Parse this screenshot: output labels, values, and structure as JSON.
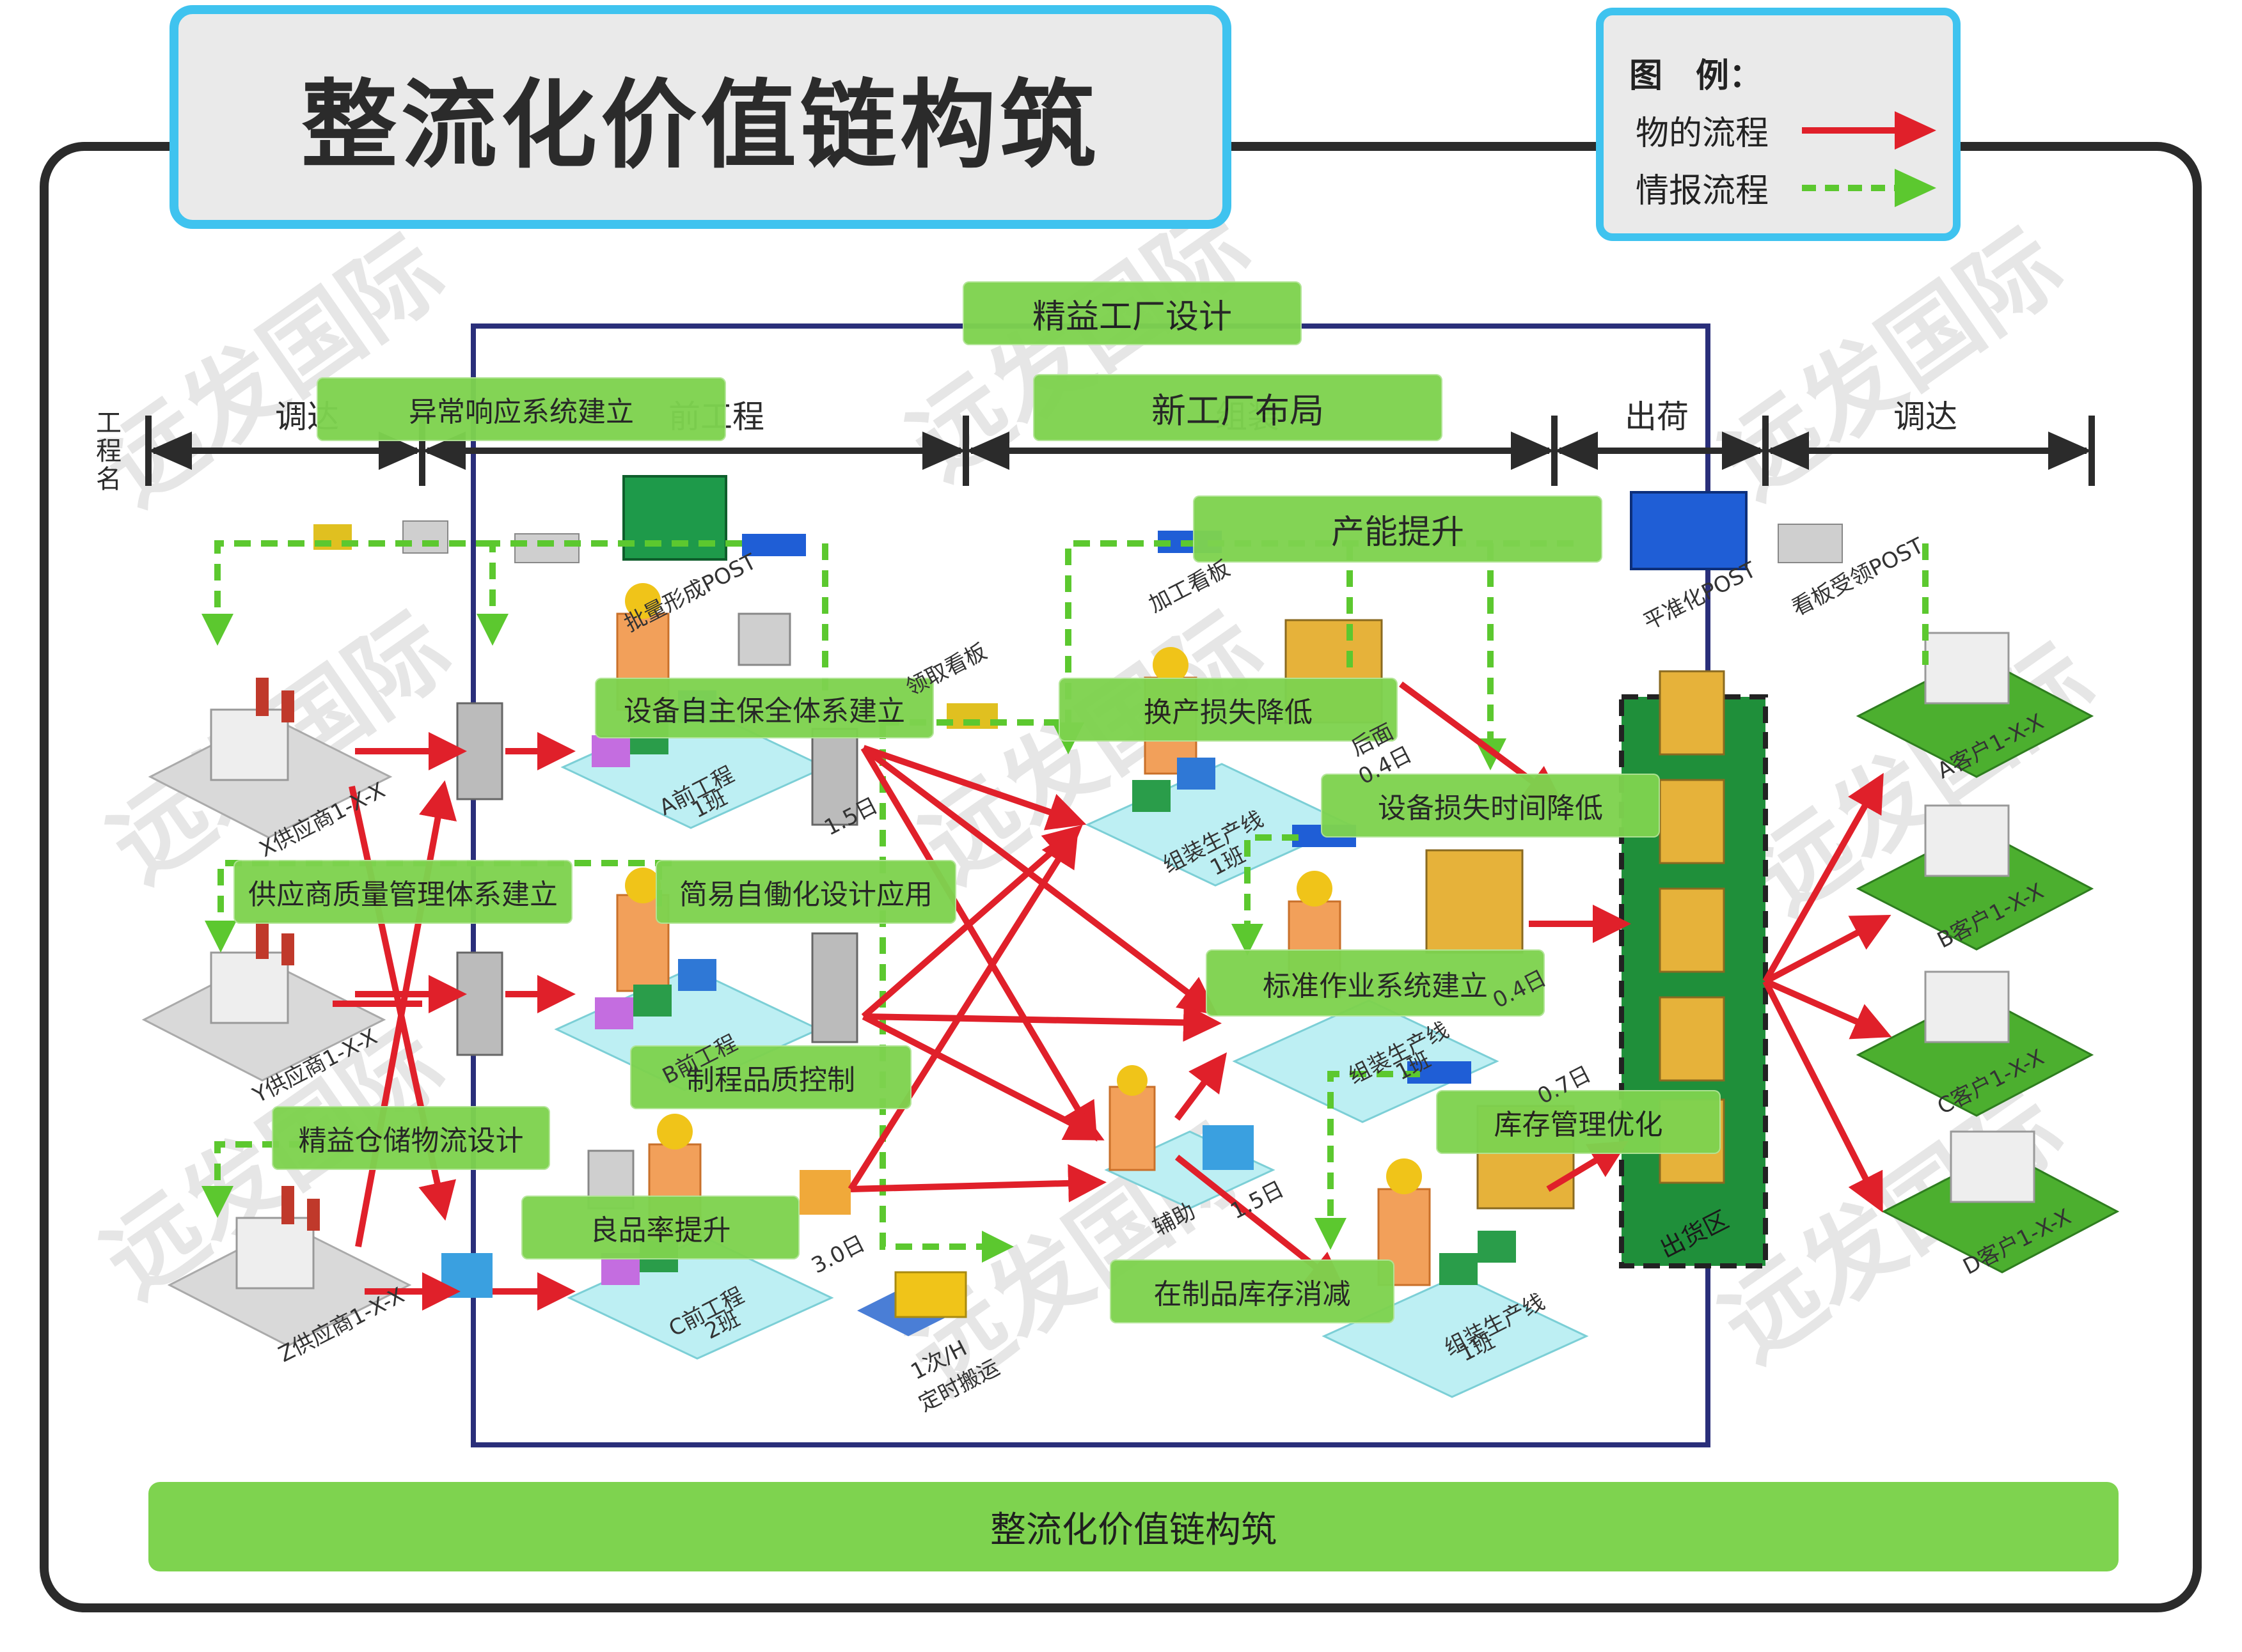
{
  "title": "整流化价值链构筑",
  "legend": {
    "title": "图　例：",
    "material_flow": "物的流程",
    "info_flow": "情报流程",
    "colors": {
      "material": "#e0202a",
      "info": "#5cc82f"
    }
  },
  "side_label": "工程名",
  "phases": {
    "procure_left": "调达",
    "front_process": "前工程",
    "assembly": "组装",
    "shipping": "出荷",
    "procure_right": "调达"
  },
  "improvement_labels": {
    "lean_factory": "精益工厂设计",
    "new_layout": "新工厂布局",
    "abnormal_response": "异常响应系统建立",
    "capacity": "产能提升",
    "tpm": "设备自主保全体系建立",
    "changeover": "换产损失降低",
    "equipment_loss": "设备损失时间降低",
    "supplier_quality": "供应商质量管理体系建立",
    "automation": "简易自働化设计应用",
    "standard_work": "标准作业系统建立",
    "process_quality": "制程品质控制",
    "lean_warehouse": "精益仓储物流设计",
    "inventory": "库存管理优化",
    "yield": "良品率提升",
    "wip": "在制品库存消减"
  },
  "bottom_banner": "整流化价值链构筑",
  "suppliers": [
    "X供应商1-X-X",
    "Y供应商1-X-X",
    "Z供应商1-X-X"
  ],
  "customers": [
    "A客户1-X-X",
    "B客户1-X-X",
    "C客户1-X-X",
    "D客户1-X-X"
  ],
  "posts": {
    "batch": "批量形成POST",
    "kanban_pick": "领取看板",
    "process_kanban": "加工看板",
    "level": "平准化POST",
    "kanban_receive": "看板受领POST"
  },
  "processes": {
    "a_front": [
      "A前工程",
      "1班"
    ],
    "b_front": [
      "B前工程"
    ],
    "c_front": [
      "C前工程",
      "2班"
    ],
    "assembly1": [
      "组装生产线",
      "1班"
    ],
    "assembly2": [
      "组装生产线",
      "1班"
    ],
    "assembly3": [
      "组装生产线",
      "1班"
    ],
    "aux": "辅助"
  },
  "stock_days": {
    "a": "1.5日",
    "c": "3.0日",
    "asm1": "0.4日",
    "asm2": "0.4日",
    "asm3": "0.7日",
    "aux": "1.5日"
  },
  "stock_prefix": "后面",
  "transport": [
    "1次/H",
    "定时搬运"
  ],
  "shipping_area": "出货区",
  "watermark": "远发国际"
}
